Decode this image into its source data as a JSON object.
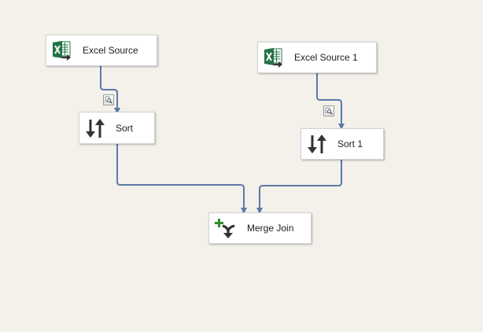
{
  "components": {
    "excel_source": {
      "label": "Excel Source",
      "icon": "excel-source-icon"
    },
    "excel_source_1": {
      "label": "Excel Source 1",
      "icon": "excel-source-icon"
    },
    "sort": {
      "label": "Sort",
      "icon": "sort-icon"
    },
    "sort_1": {
      "label": "Sort 1",
      "icon": "sort-icon"
    },
    "merge_join": {
      "label": "Merge Join",
      "icon": "merge-join-icon"
    }
  },
  "data_viewers": [
    {
      "icon": "data-viewer-icon"
    },
    {
      "icon": "data-viewer-icon"
    }
  ],
  "colors": {
    "canvas_background": "#f3f1ea",
    "path_line": "#5b7aa8",
    "excel_green": "#217346",
    "merge_plus_green": "#2e8b2e",
    "icon_dark": "#333333"
  }
}
